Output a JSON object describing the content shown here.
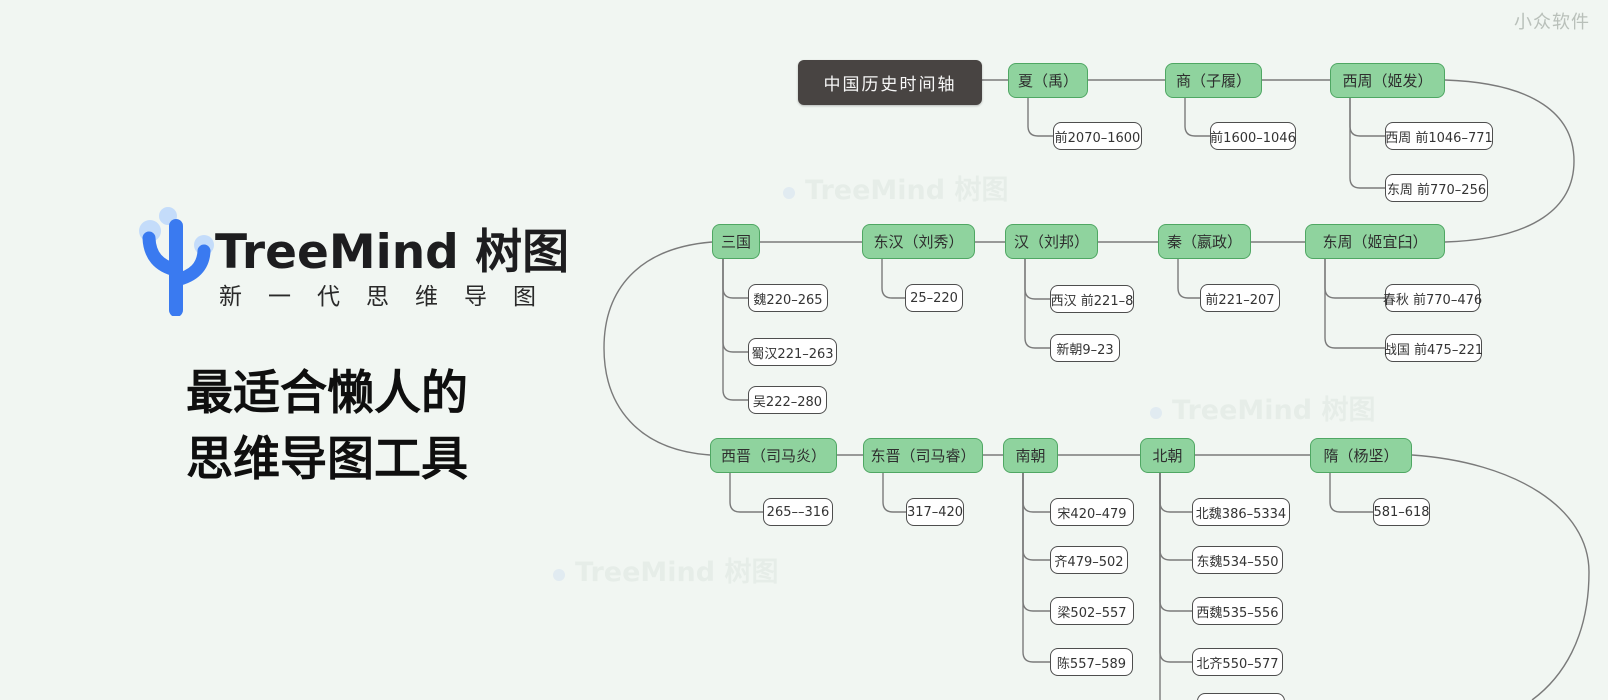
{
  "page": {
    "corner_credit": "小众软件",
    "background_watermark": "TreeMind 树图"
  },
  "brand": {
    "logo": "TreeMind 树图",
    "subtitle": "新一代思维导图",
    "tagline_line1": "最适合懒人的",
    "tagline_line2": "思维导图工具"
  },
  "colors": {
    "background": "#f1f6f2",
    "branch_fill": "#8fd39e",
    "branch_border": "#4fa763",
    "root_fill": "#484442",
    "root_text": "#f7f7f7",
    "leaf_border": "#4e4e4e",
    "connector": "#7a7a7a",
    "logo_blue": "#3a7af0"
  },
  "mindmap": {
    "root": {
      "label": "中国历史时间轴"
    },
    "branches": [
      {
        "label": "夏（禹）",
        "children": [
          "前2070–1600"
        ]
      },
      {
        "label": "商（子履）",
        "children": [
          "前1600–1046"
        ]
      },
      {
        "label": "西周（姬发）",
        "children": [
          "西周 前1046–771",
          "东周 前770–256"
        ]
      },
      {
        "label": "东周（姬宜臼）",
        "children": [
          "春秋 前770–476",
          "战国 前475–221"
        ]
      },
      {
        "label": "秦（嬴政）",
        "children": [
          "前221–207"
        ]
      },
      {
        "label": "汉（刘邦）",
        "children": [
          "西汉 前221–8",
          "新朝9–23"
        ]
      },
      {
        "label": "东汉（刘秀）",
        "children": [
          "25–220"
        ]
      },
      {
        "label": "三国",
        "children": [
          "魏220–265",
          "蜀汉221–263",
          "吴222–280"
        ]
      },
      {
        "label": "西晋（司马炎）",
        "children": [
          "265––316"
        ]
      },
      {
        "label": "东晋（司马睿）",
        "children": [
          "317–420"
        ]
      },
      {
        "label": "南朝",
        "children": [
          "宋420–479",
          "齐479–502",
          "梁502–557",
          "陈557–589"
        ]
      },
      {
        "label": "北朝",
        "children": [
          "北魏386–5334",
          "东魏534–550",
          "西魏535–556",
          "北齐550–577"
        ]
      },
      {
        "label": "隋（杨坚）",
        "children": [
          "581–618"
        ]
      }
    ]
  }
}
